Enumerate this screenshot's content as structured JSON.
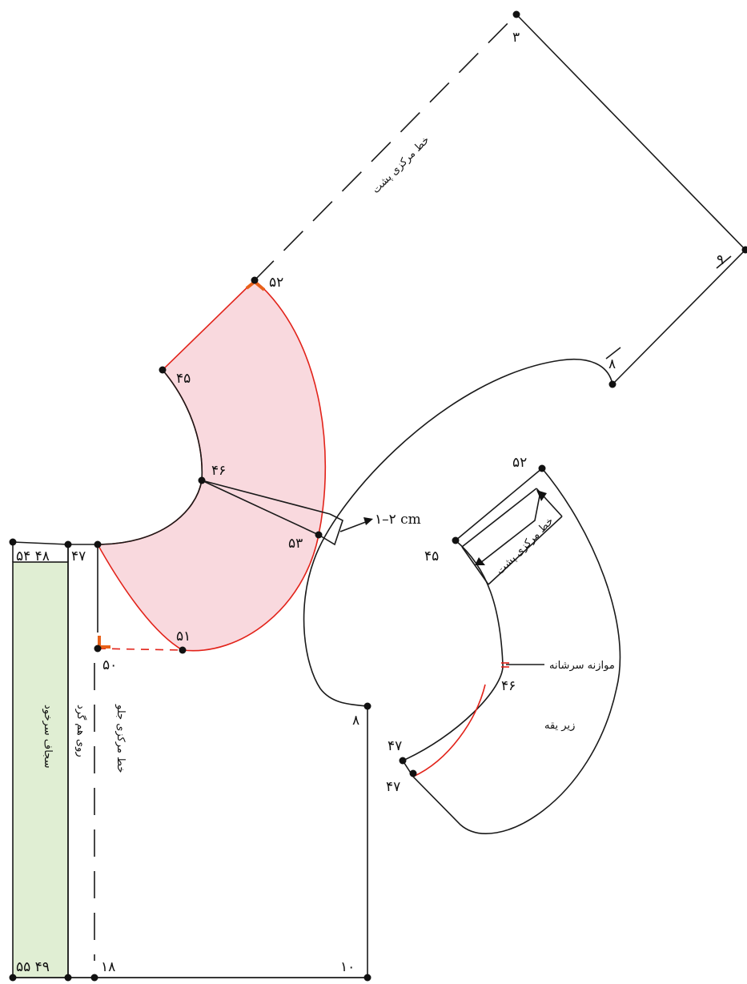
{
  "colors": {
    "outline": "#1a1a1a",
    "collar_fill": "#f9d9de",
    "collar_stroke": "#e2231a",
    "facing_fill": "#e0eed3",
    "marker_orange": "#e8611a"
  },
  "point_labels": {
    "p3": "۳",
    "p9": "۹",
    "p8_back": "۸",
    "p52": "۵۲",
    "p45": "۴۵",
    "p46": "۴۶",
    "p53": "۵۳",
    "p47_front": "۴۷",
    "p54_48": "۵۴ ۴۸",
    "p51": "۵۱",
    "p50": "۵۰",
    "p8_front": "۸",
    "p10": "۱۰",
    "p18": "۱۸",
    "p55_49": "۵۵ ۴۹",
    "u52": "۵۲",
    "u45": "۴۵",
    "u46": "۴۶",
    "u47a": "۴۷",
    "u47b": "۴۷"
  },
  "annotations": {
    "back_center_line": "خط مرکزی پشت",
    "measure_offset": "۱–۲ cm",
    "undercollar_back_center": "خط مرکزی پشت",
    "shoulder_balance": "موازنه سرشانه",
    "undercollar": "زیر یقه",
    "front_center_line": "خط مرکزی جلو",
    "overlap_line": "روی هم گرد",
    "facing_label": "سجاف سرخود"
  }
}
